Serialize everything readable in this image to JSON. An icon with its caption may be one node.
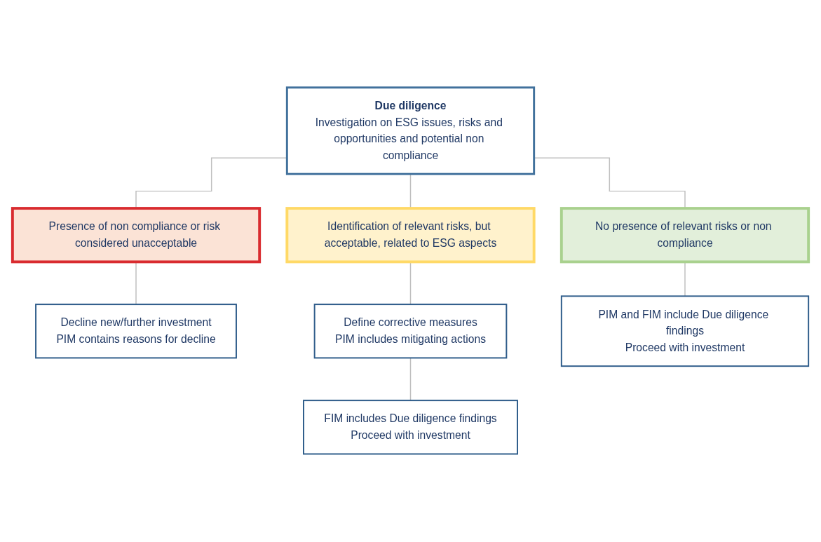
{
  "diagram": {
    "nodes": [
      {
        "text": [
          "Due diligence",
          "Investigation on ESG issues, risks and opportunities and potential non compliance"
        ]
      },
      {
        "text": [
          "Presence of non compliance or risk considered unacceptable"
        ]
      },
      {
        "text": [
          "Identification of relevant risks, but acceptable, related to ESG aspects"
        ]
      },
      {
        "text": [
          "No presence of relevant risks or non compliance"
        ]
      },
      {
        "text": [
          "Decline new/further investment",
          "PIM contains reasons for decline"
        ]
      },
      {
        "text": [
          "Define corrective measures",
          "PIM includes mitigating actions"
        ]
      },
      {
        "text": [
          "FIM includes Due diligence findings",
          "Proceed with investment"
        ]
      },
      {
        "text": [
          "PIM and FIM include Due diligence findings",
          "Proceed with investment"
        ]
      }
    ],
    "edges": [
      {
        "from": 0,
        "to": 1,
        "arrow": "none"
      },
      {
        "from": 0,
        "to": 2,
        "arrow": "none"
      },
      {
        "from": 0,
        "to": 3,
        "arrow": "none"
      },
      {
        "from": 1,
        "to": 4,
        "arrow": "none"
      },
      {
        "from": 2,
        "to": 5,
        "arrow": "none"
      },
      {
        "from": 5,
        "to": 6,
        "arrow": "none"
      },
      {
        "from": 3,
        "to": 7,
        "arrow": "none"
      }
    ]
  }
}
